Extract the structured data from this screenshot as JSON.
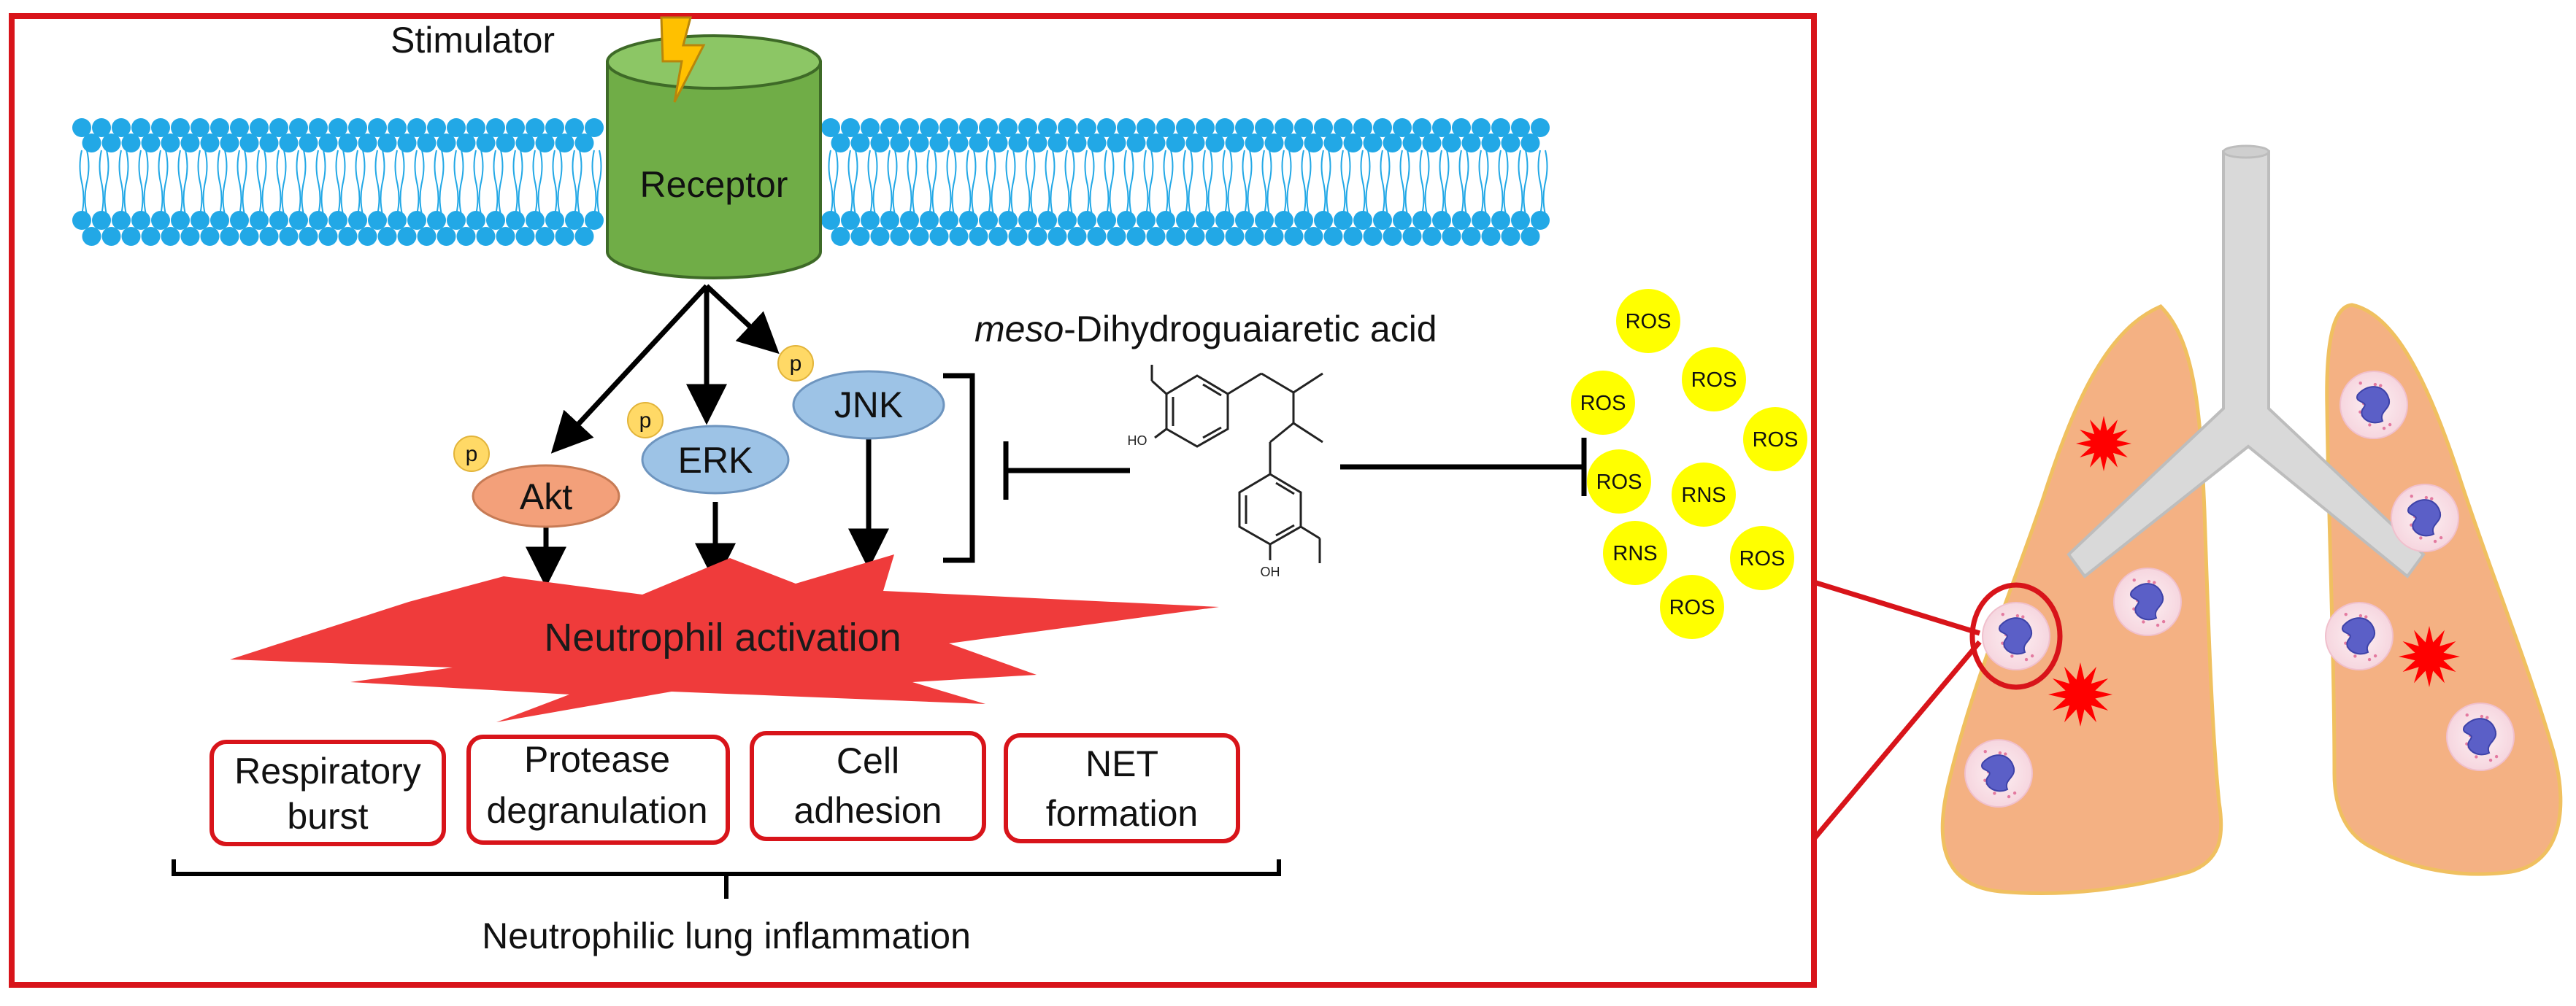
{
  "labels": {
    "stimulator": "Stimulator",
    "receptor": "Receptor",
    "compound_prefix": "meso",
    "compound_suffix": "-Dihydroguaiaretic acid",
    "akt": "Akt",
    "erk": "ERK",
    "jnk": "JNK",
    "phospho": "p",
    "activation": "Neutrophil activation",
    "outcome": "Neutrophilic lung inflammation",
    "oh": "HO",
    "oh2": "OH"
  },
  "responses": [
    {
      "line1": "Respiratory",
      "line2": "burst"
    },
    {
      "line1": "Protease",
      "line2": "degranulation"
    },
    {
      "line1": "Cell",
      "line2": "adhesion"
    },
    {
      "line1": "NET",
      "line2": "formation"
    }
  ],
  "radicals": [
    "ROS",
    "ROS",
    "ROS",
    "ROS",
    "ROS",
    "RNS",
    "RNS",
    "ROS",
    "ROS"
  ],
  "colors": {
    "frame": "#d8141a",
    "membrane": "#22a8e6",
    "receptor": "#70ad47",
    "akt": "#f3a07a",
    "erk_jnk": "#9dc3e6",
    "phospho": "#ffd966",
    "activation": "#ef3b3b",
    "radical": "#ffff00",
    "lung": "#f4b183",
    "trachea": "#d9d9d9",
    "neutrophil": "#5b5fc7",
    "damage": "#ff0000"
  }
}
